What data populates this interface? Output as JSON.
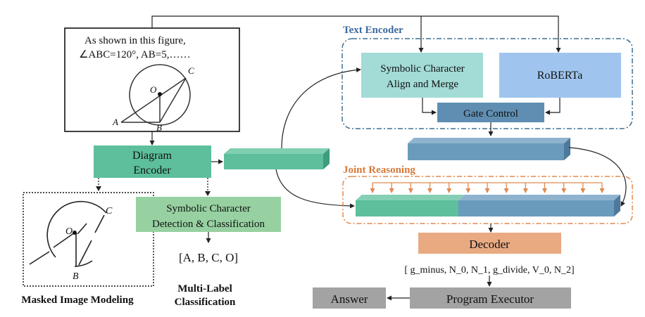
{
  "problem": {
    "line1": "As shown in this figure,",
    "line2": "∠ABC=120°, AB=5,……",
    "points": [
      "A",
      "B",
      "C",
      "O"
    ]
  },
  "masked": {
    "points": [
      "O",
      "C",
      "B"
    ]
  },
  "diagram_encoder": {
    "label_line1": "Diagram",
    "label_line2": "Encoder"
  },
  "symbolic_detection": {
    "label_line1": "Symbolic Character",
    "label_line2": "Detection & Classification"
  },
  "labels_output": "[A, B, C, O]",
  "multi_label": {
    "line1": "Multi-Label",
    "line2": "Classification"
  },
  "masked_image_modeling": "Masked Image Modeling",
  "text_encoder": {
    "title": "Text Encoder",
    "align_merge_line1": "Symbolic Character",
    "align_merge_line2": "Align and Merge",
    "roberta": "RoBERTa",
    "gate_control": "Gate Control"
  },
  "joint_reasoning": {
    "title": "Joint Reasoning",
    "arrow_count": 13
  },
  "decoder": "Decoder",
  "program": "[ g_minus, N_0, N_1, g_divide, V_0, N_2]",
  "program_executor": "Program Executor",
  "answer": "Answer",
  "colors": {
    "teal": "#5dbf9c",
    "light_green": "#97d1a1",
    "light_teal": "#a3dbd6",
    "light_blue": "#9fc5ef",
    "steel_blue": "#6a9bbd",
    "dark_blue": "#5a86aa",
    "gate": "#5f8eb2",
    "orange": "#e9aa82",
    "orange_dash": "#e08a4f",
    "gray": "#a3a3a3",
    "title_blue": "#3b6aa0",
    "title_orange": "#d7793a"
  }
}
